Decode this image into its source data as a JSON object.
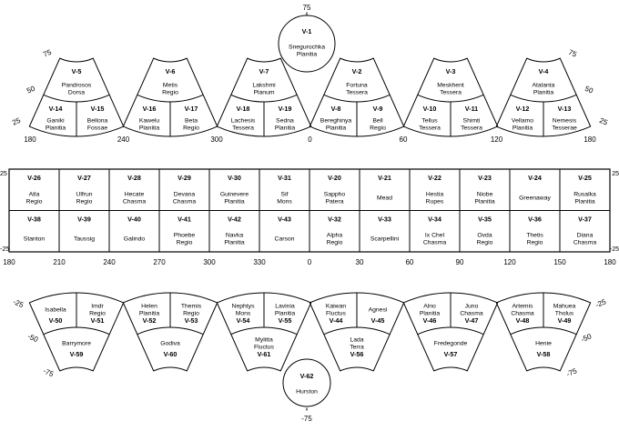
{
  "figure": {
    "description": "Index map of Venus 1:5,000,000 quadrangles V-1 to V-62",
    "colors": {
      "line": "#000000",
      "background": "#ffffff",
      "text": "#000000"
    }
  },
  "north": {
    "pole_label": "75",
    "pole_quad": {
      "id": "V-1",
      "name": "Snegurochka Planitia"
    },
    "lat_labels": [
      "75",
      "50",
      "25"
    ],
    "lon_labels": [
      "180",
      "240",
      "300",
      "0",
      "60",
      "120",
      "180"
    ],
    "fans": [
      {
        "top": {
          "id": "V-5",
          "name": "Pandrosos Dorsa"
        },
        "bottom_left": {
          "id": "V-14",
          "name": "Ganiki Planitia"
        },
        "bottom_right": {
          "id": "V-15",
          "name": "Bellona Fossae"
        }
      },
      {
        "top": {
          "id": "V-6",
          "name": "Metis Regio"
        },
        "bottom_left": {
          "id": "V-16",
          "name": "Kawelu Planitia"
        },
        "bottom_right": {
          "id": "V-17",
          "name": "Beta Regio"
        }
      },
      {
        "top": {
          "id": "V-7",
          "name": "Lakshmi Planum"
        },
        "bottom_left": {
          "id": "V-18",
          "name": "Lachesis Tessera"
        },
        "bottom_right": {
          "id": "V-19",
          "name": "Sedna Planitia"
        }
      },
      {
        "top": {
          "id": "V-2",
          "name": "Fortuna Tessera"
        },
        "bottom_left": {
          "id": "V-8",
          "name": "Bereghinya Planitia"
        },
        "bottom_right": {
          "id": "V-9",
          "name": "Bell Regio"
        }
      },
      {
        "top": {
          "id": "V-3",
          "name": "Meskhent Tessera"
        },
        "bottom_left": {
          "id": "V-10",
          "name": "Tellus Tessera"
        },
        "bottom_right": {
          "id": "V-11",
          "name": "Shimti Tessera"
        }
      },
      {
        "top": {
          "id": "V-4",
          "name": "Atalanta Planitia"
        },
        "bottom_left": {
          "id": "V-12",
          "name": "Vellamo Planitia"
        },
        "bottom_right": {
          "id": "V-13",
          "name": "Nemesis Tesserae"
        }
      }
    ]
  },
  "equator": {
    "lat_top": "25",
    "lat_bottom": "-25",
    "lon_labels": [
      "180",
      "210",
      "240",
      "270",
      "300",
      "330",
      "0",
      "30",
      "60",
      "90",
      "120",
      "150",
      "180"
    ],
    "top_row": [
      {
        "id": "V-26",
        "name": "Atla Regio"
      },
      {
        "id": "V-27",
        "name": "Ulfrun Regio"
      },
      {
        "id": "V-28",
        "name": "Hecate Chasma"
      },
      {
        "id": "V-29",
        "name": "Devana Chasma"
      },
      {
        "id": "V-30",
        "name": "Guinevere Planitia"
      },
      {
        "id": "V-31",
        "name": "Sif Mons"
      },
      {
        "id": "V-20",
        "name": "Sappho Patera"
      },
      {
        "id": "V-21",
        "name": "Mead"
      },
      {
        "id": "V-22",
        "name": "Hestia Rupes"
      },
      {
        "id": "V-23",
        "name": "Niobe Planitia"
      },
      {
        "id": "V-24",
        "name": "Greenaway"
      },
      {
        "id": "V-25",
        "name": "Rusalka Planitia"
      }
    ],
    "bottom_row": [
      {
        "id": "V-38",
        "name": "Stanton"
      },
      {
        "id": "V-39",
        "name": "Taussig"
      },
      {
        "id": "V-40",
        "name": "Galindo"
      },
      {
        "id": "V-41",
        "name": "Phoebe Regio"
      },
      {
        "id": "V-42",
        "name": "Navka Planitia"
      },
      {
        "id": "V-43",
        "name": "Carson"
      },
      {
        "id": "V-32",
        "name": "Alpha Regio"
      },
      {
        "id": "V-33",
        "name": "Scarpellini"
      },
      {
        "id": "V-34",
        "name": "Ix Chel Chasma"
      },
      {
        "id": "V-35",
        "name": "Ovda Regio"
      },
      {
        "id": "V-36",
        "name": "Thetis Regio"
      },
      {
        "id": "V-37",
        "name": "Diana Chasma"
      }
    ]
  },
  "south": {
    "pole_label": "-75",
    "pole_quad": {
      "id": "V-62",
      "name": "Hurston"
    },
    "lat_labels": [
      "-25",
      "-50",
      "-75"
    ],
    "fans": [
      {
        "top_left": {
          "id": "V-50",
          "name": "Isabella"
        },
        "top_right": {
          "id": "V-51",
          "name": "Imdr Regio"
        },
        "bottom": {
          "id": "V-59",
          "name": "Barrymore"
        }
      },
      {
        "top_left": {
          "id": "V-52",
          "name": "Helen Planitia"
        },
        "top_right": {
          "id": "V-53",
          "name": "Themis Regio"
        },
        "bottom": {
          "id": "V-60",
          "name": "Godiva"
        }
      },
      {
        "top_left": {
          "id": "V-54",
          "name": "Nephtys Mons"
        },
        "top_right": {
          "id": "V-55",
          "name": "Lavinia Planitia"
        },
        "bottom": {
          "id": "V-61",
          "name": "Mylitta Fluctus"
        }
      },
      {
        "top_left": {
          "id": "V-44",
          "name": "Kaiwan Fluctus"
        },
        "top_right": {
          "id": "V-45",
          "name": "Agnesi"
        },
        "bottom": {
          "id": "V-56",
          "name": "Lada Terra"
        }
      },
      {
        "top_left": {
          "id": "V-46",
          "name": "Alno Planitia"
        },
        "top_right": {
          "id": "V-47",
          "name": "Juno Chasma"
        },
        "bottom": {
          "id": "V-57",
          "name": "Fredegonde"
        }
      },
      {
        "top_left": {
          "id": "V-48",
          "name": "Artemis Chasma"
        },
        "top_right": {
          "id": "V-49",
          "name": "Mahuea Tholus"
        },
        "bottom": {
          "id": "V-58",
          "name": "Henie"
        }
      }
    ]
  }
}
